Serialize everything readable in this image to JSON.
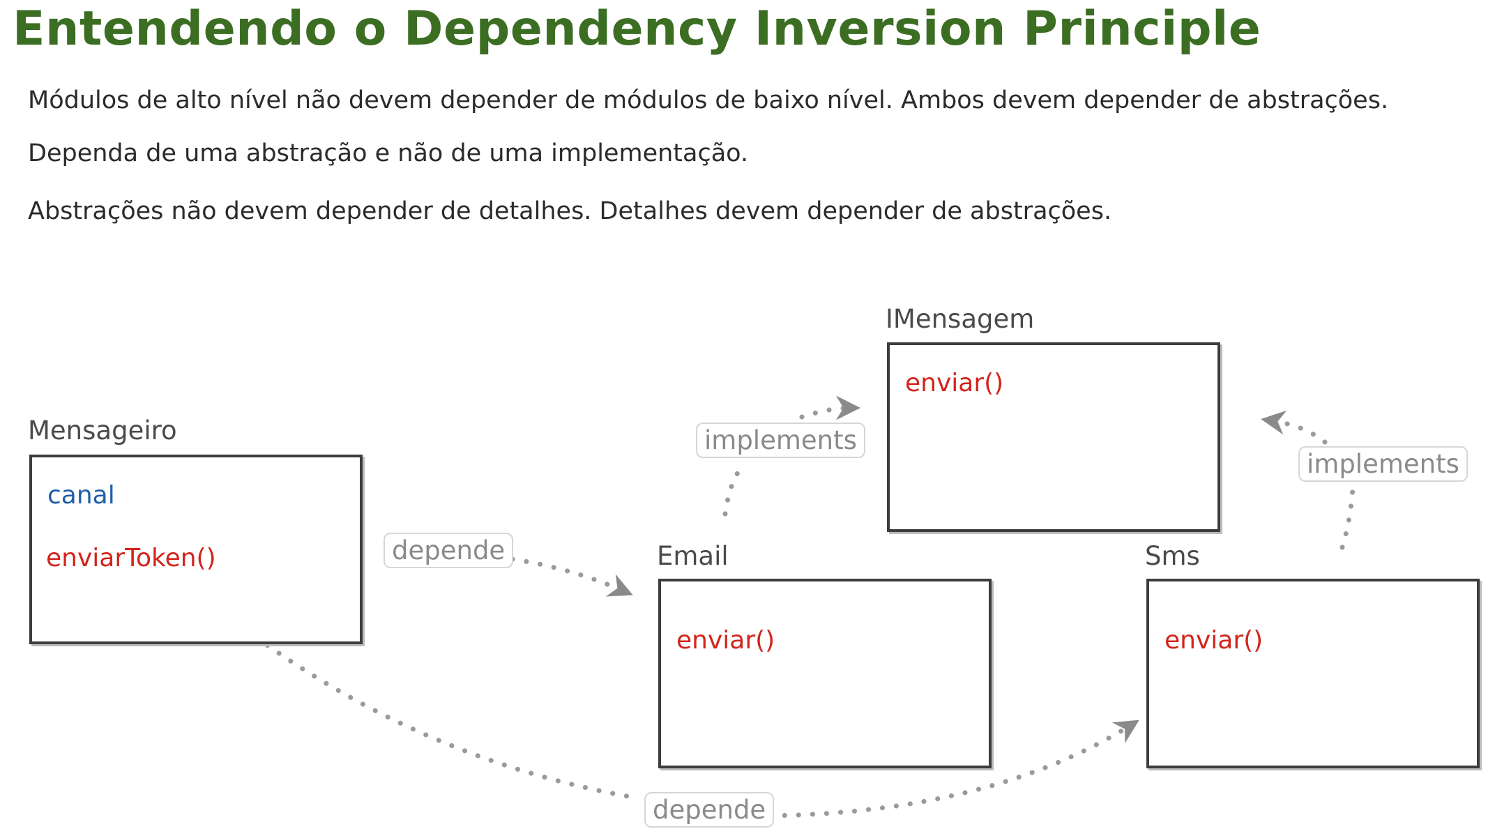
{
  "title": "Entendendo o Dependency Inversion Principle",
  "paragraphs": [
    "Módulos de alto nível não devem depender de módulos de baixo nível. Ambos devem depender de abstrações.",
    "Dependa de uma abstração e não de uma implementação.",
    "Abstrações não devem depender de detalhes. Detalhes devem depender de abstrações."
  ],
  "diagram": {
    "mensageiro": {
      "name": "Mensageiro",
      "field": "canal",
      "method": "enviarToken()"
    },
    "imensagem": {
      "name": "IMensagem",
      "method": "enviar()"
    },
    "email": {
      "name": "Email",
      "method": "enviar()"
    },
    "sms": {
      "name": "Sms",
      "method": "enviar()"
    },
    "edge_labels": {
      "depende_email": "depende",
      "depende_sms": "depende",
      "implements_email": "implements",
      "implements_sms": "implements"
    }
  },
  "colors": {
    "title": "#3b6e22",
    "method": "#d2241b",
    "field": "#1f5fa8"
  }
}
